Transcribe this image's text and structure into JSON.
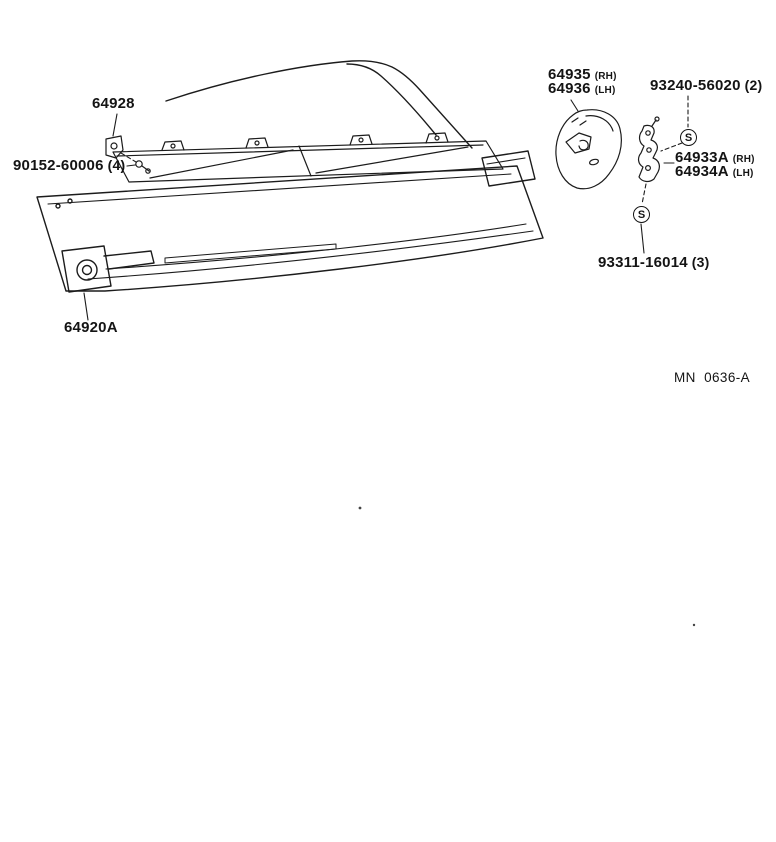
{
  "page": {
    "background": "#ffffff",
    "ink": "#141414"
  },
  "diagram": {
    "drawing_code": "MN  0636-A",
    "screw_marker": "S",
    "callouts": {
      "clip": {
        "number": "64928"
      },
      "screw_set": {
        "number": "90152-60006",
        "qty": "(4)"
      },
      "tray": {
        "number": "64920A"
      },
      "plate_rh": {
        "number": "64935",
        "side": "(RH)"
      },
      "plate_lh": {
        "number": "64936",
        "side": "(LH)"
      },
      "screw_2": {
        "number": "93240-56020",
        "qty": "(2)"
      },
      "hinge_rh": {
        "number": "64933A",
        "side": "(RH)"
      },
      "hinge_lh": {
        "number": "64934A",
        "side": "(LH)"
      },
      "screw_3": {
        "number": "93311-16014",
        "qty": "(3)"
      }
    }
  }
}
